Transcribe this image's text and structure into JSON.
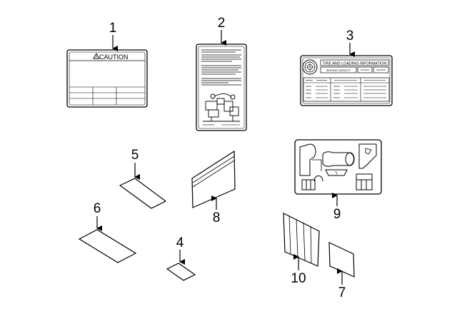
{
  "callouts": {
    "c1": "1",
    "c2": "2",
    "c3": "3",
    "c4": "4",
    "c5": "5",
    "c6": "6",
    "c7": "7",
    "c8": "8",
    "c9": "9",
    "c10": "10"
  },
  "labels": {
    "caution": "CAUTION",
    "tire_title": "TIRE AND LOADING INFORMATION",
    "seating_capacity": "SEATING CAPACITY"
  },
  "colors": {
    "line": "#000000",
    "background": "#ffffff"
  }
}
